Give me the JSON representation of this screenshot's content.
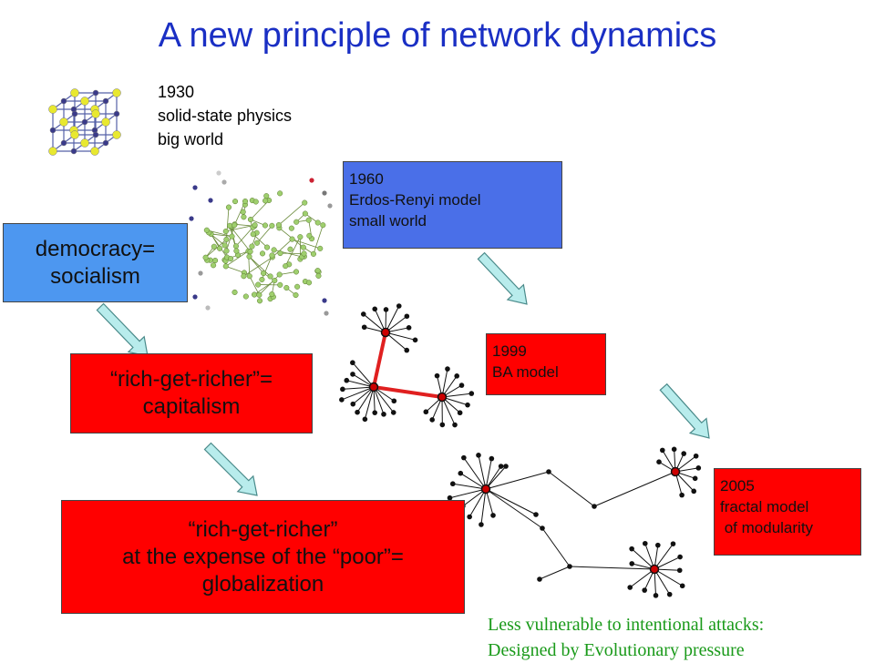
{
  "title": "A new principle of network dynamics",
  "era_1930": {
    "year": "1930",
    "line1": "solid-state physics",
    "line2": "big world"
  },
  "era_1960": {
    "year": "1960",
    "line1": "Erdos-Renyi model",
    "line2": "small world"
  },
  "era_1999": {
    "year": "1999",
    "line1": "BA model"
  },
  "era_2005": {
    "year": "2005",
    "line1": "fractal model",
    "line2": " of modularity"
  },
  "box_democracy": {
    "line1": "democracy=",
    "line2": "socialism"
  },
  "box_capitalism": {
    "line1": "“rich-get-richer”=",
    "line2": "capitalism"
  },
  "box_globalization": {
    "line1": "“rich-get-richer”",
    "line2": "at the expense of the “poor”=",
    "line3": "globalization"
  },
  "footer": {
    "line1": "Less vulnerable to intentional attacks:",
    "line2": "Designed by Evolutionary pressure"
  },
  "colors": {
    "title": "#1a2fc4",
    "red_box": "#ff0000",
    "blue_box": "#4a6fe8",
    "light_blue_box": "#4d97f0",
    "arrow_fill": "#b8ecec",
    "green_text": "#1a9a1a",
    "node_green": "#9fcf6e",
    "hub_red": "#cc0000"
  }
}
